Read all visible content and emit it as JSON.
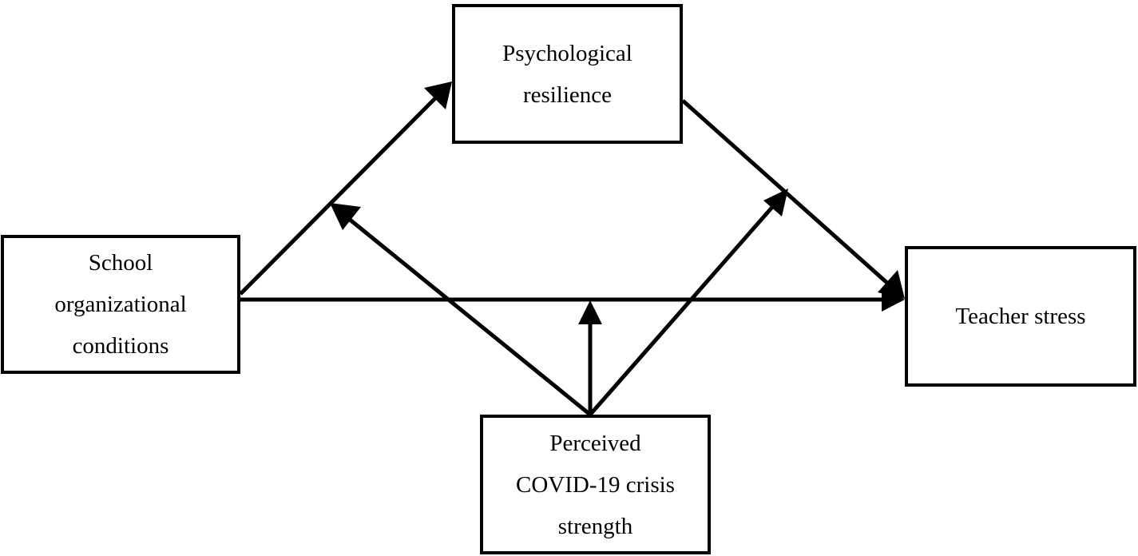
{
  "diagram": {
    "nodes": {
      "resilience": {
        "label": "Psychological\nresilience"
      },
      "school": {
        "label": "School\norganizational\nconditions"
      },
      "stress": {
        "label": "Teacher stress"
      },
      "covid": {
        "label": "Perceived\nCOVID-19 crisis\nstrength"
      }
    },
    "edges": [
      {
        "from": "School organizational conditions",
        "to": "Psychological resilience"
      },
      {
        "from": "Psychological resilience",
        "to": "Teacher stress"
      },
      {
        "from": "School organizational conditions",
        "to": "Teacher stress"
      },
      {
        "from": "Perceived COVID-19 crisis strength",
        "to": "path: School organizational conditions → Psychological resilience"
      },
      {
        "from": "Perceived COVID-19 crisis strength",
        "to": "path: School organizational conditions → Teacher stress"
      },
      {
        "from": "Perceived COVID-19 crisis strength",
        "to": "path: Psychological resilience → Teacher stress"
      }
    ],
    "colors": {
      "stroke": "#000000",
      "fill": "#ffffff"
    }
  }
}
